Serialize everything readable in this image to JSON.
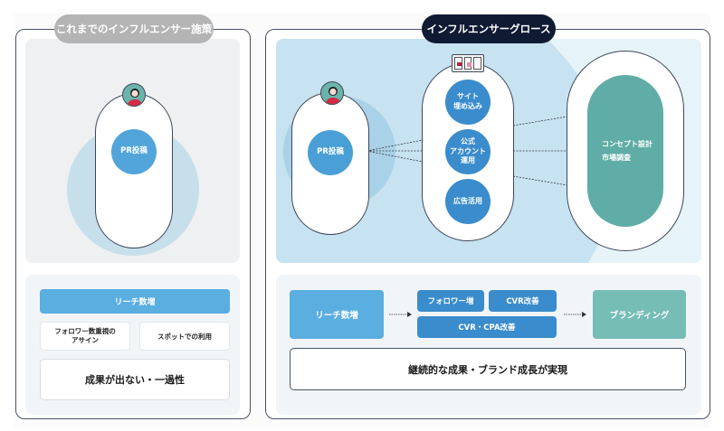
{
  "colors": {
    "tag_left_bg": "#b4b4b4",
    "tag_right_bg": "#0f1a33",
    "circle_blue": "#4a9fd6",
    "circle_blue_dark": "#3a8ccc",
    "teal": "#5fada6",
    "teal_light": "#76bdb6",
    "reach_box": "#5aaee0",
    "light_blue_halo": "#c6dfea"
  },
  "left": {
    "tag_label": "これまでのインフルエンサー施策",
    "avatar_icon": "influencer-avatar-icon",
    "center_circle_label": "PR投稿",
    "reach_label": "リーチ数増",
    "sub_boxes": [
      {
        "label_line1": "フォロワー数重視の",
        "label_line2": "アサイン"
      },
      {
        "label_line1": "スポットでの利用",
        "label_line2": ""
      }
    ],
    "result_label": "成果が出ない・一過性"
  },
  "right": {
    "tag_label": "インフルエンサーグロース",
    "avatar_icon": "influencer-avatar-icon",
    "pr_circle_label": "PR投稿",
    "cards_icon": "cards-icon",
    "middle_circles": [
      {
        "line1": "サイト",
        "line2": "埋め込み",
        "line3": ""
      },
      {
        "line1": "公式",
        "line2": "アカウント",
        "line3": "運用"
      },
      {
        "line1": "広告活用",
        "line2": "",
        "line3": ""
      }
    ],
    "concept_line1": "コンセプト設計",
    "concept_line2": "市場調査",
    "flow": {
      "reach_label": "リーチ数増",
      "follower_label": "フォロワー増",
      "cvr_label": "CVR改善",
      "cvr_cpa_label": "CVR・CPA改善",
      "branding_label": "ブランディング"
    },
    "result_label": "継続的な成果・ブランド成長が実現"
  }
}
